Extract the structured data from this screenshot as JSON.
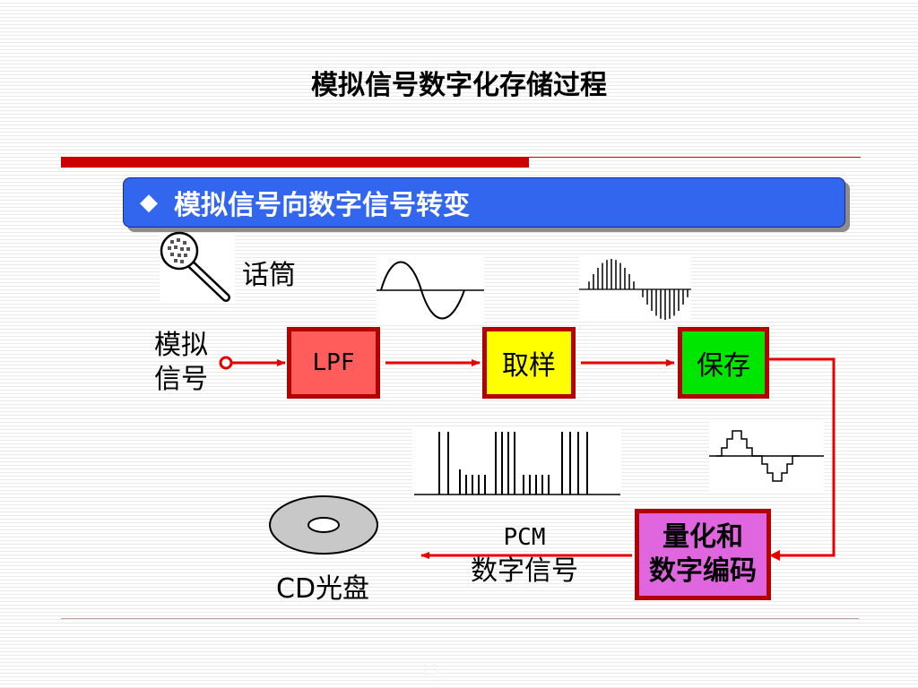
{
  "title": "模拟信号数字化存储过程",
  "banner": {
    "bullet": "◆",
    "text": "模拟信号向数字信号转变"
  },
  "labels": {
    "microphone": "话筒",
    "analog_line1": "模拟",
    "analog_line2": "信号",
    "pcm_line1": "PCM",
    "pcm_line2": "数字信号",
    "cd": "CD光盘"
  },
  "blocks": {
    "lpf": "LPF",
    "sample": "取样",
    "hold": "保存",
    "quant_line1": "量化和",
    "quant_line2": "数字编码"
  },
  "colors": {
    "title_bar": "#cc0000",
    "banner": "#3366ee",
    "arrows": "#e60000",
    "lpf_fill": "#ff5c5c",
    "sample_fill": "#ffff00",
    "hold_fill": "#00e600",
    "quant_fill": "#e066e0"
  },
  "icons": [
    "microphone-icon",
    "cd-disc-icon",
    "sine-wave-icon",
    "sampled-pulses-icon",
    "staircase-wave-icon",
    "pcm-pulses-icon"
  ],
  "page_number": "23"
}
